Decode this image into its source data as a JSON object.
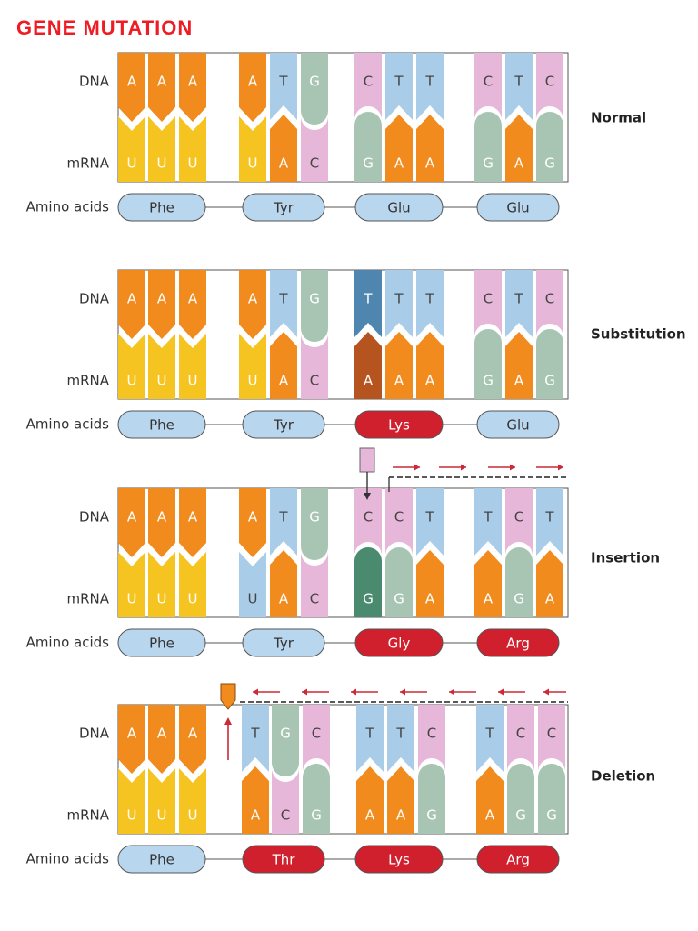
{
  "title": "GENE MUTATION",
  "row_labels": {
    "dna": "DNA",
    "mrna": "mRNA",
    "amino": "Amino acids"
  },
  "colors": {
    "A": "#f28b1e",
    "T": "#a9cde8",
    "G": "#a8c5b4",
    "C": "#e7b7d9",
    "U": "#f6c420",
    "amino_normal": "#b8d6ee",
    "amino_mutated": "#d0202e",
    "arrow": "#cc2a36",
    "sub_dna": "#4e86b0",
    "sub_mrna": "#b5541f",
    "ins_mrna": "#4a8a6e"
  },
  "panels": [
    {
      "name": "Normal",
      "label": "Normal",
      "dna": [
        "A",
        "A",
        "A",
        "A",
        "T",
        "G",
        "C",
        "T",
        "T",
        "C",
        "T",
        "C"
      ],
      "mrna": [
        "U",
        "U",
        "U",
        "U",
        "A",
        "C",
        "G",
        "A",
        "A",
        "G",
        "A",
        "G"
      ],
      "amino": [
        {
          "text": "Phe",
          "mutated": false
        },
        {
          "text": "Tyr",
          "mutated": false
        },
        {
          "text": "Glu",
          "mutated": false
        },
        {
          "text": "Glu",
          "mutated": false
        }
      ]
    },
    {
      "name": "Substitution",
      "label": "Substitution",
      "dna": [
        "A",
        "A",
        "A",
        "A",
        "T",
        "G",
        "T",
        "T",
        "T",
        "C",
        "T",
        "C"
      ],
      "mrna": [
        "U",
        "U",
        "U",
        "U",
        "A",
        "C",
        "A",
        "A",
        "A",
        "G",
        "A",
        "G"
      ],
      "amino": [
        {
          "text": "Phe",
          "mutated": false
        },
        {
          "text": "Tyr",
          "mutated": false
        },
        {
          "text": "Lys",
          "mutated": true
        },
        {
          "text": "Glu",
          "mutated": false
        }
      ]
    },
    {
      "name": "Insertion",
      "label": "Insertion",
      "dna": [
        "A",
        "A",
        "A",
        "A",
        "T",
        "G",
        "C",
        "C",
        "T",
        "T",
        "C",
        "T"
      ],
      "mrna": [
        "U",
        "U",
        "U",
        "U",
        "A",
        "C",
        "G",
        "G",
        "A",
        "A",
        "G",
        "A"
      ],
      "amino": [
        {
          "text": "Phe",
          "mutated": false
        },
        {
          "text": "Tyr",
          "mutated": false
        },
        {
          "text": "Gly",
          "mutated": true
        },
        {
          "text": "Arg",
          "mutated": true
        }
      ]
    },
    {
      "name": "Deletion",
      "label": "Deletion",
      "dna": [
        "A",
        "A",
        "A",
        "T",
        "G",
        "C",
        "T",
        "T",
        "C",
        "T",
        "C",
        "C"
      ],
      "mrna": [
        "U",
        "U",
        "U",
        "A",
        "C",
        "G",
        "A",
        "A",
        "G",
        "A",
        "G",
        "G"
      ],
      "amino": [
        {
          "text": "Phe",
          "mutated": false
        },
        {
          "text": "Thr",
          "mutated": true
        },
        {
          "text": "Lys",
          "mutated": true
        },
        {
          "text": "Arg",
          "mutated": true
        }
      ]
    }
  ]
}
